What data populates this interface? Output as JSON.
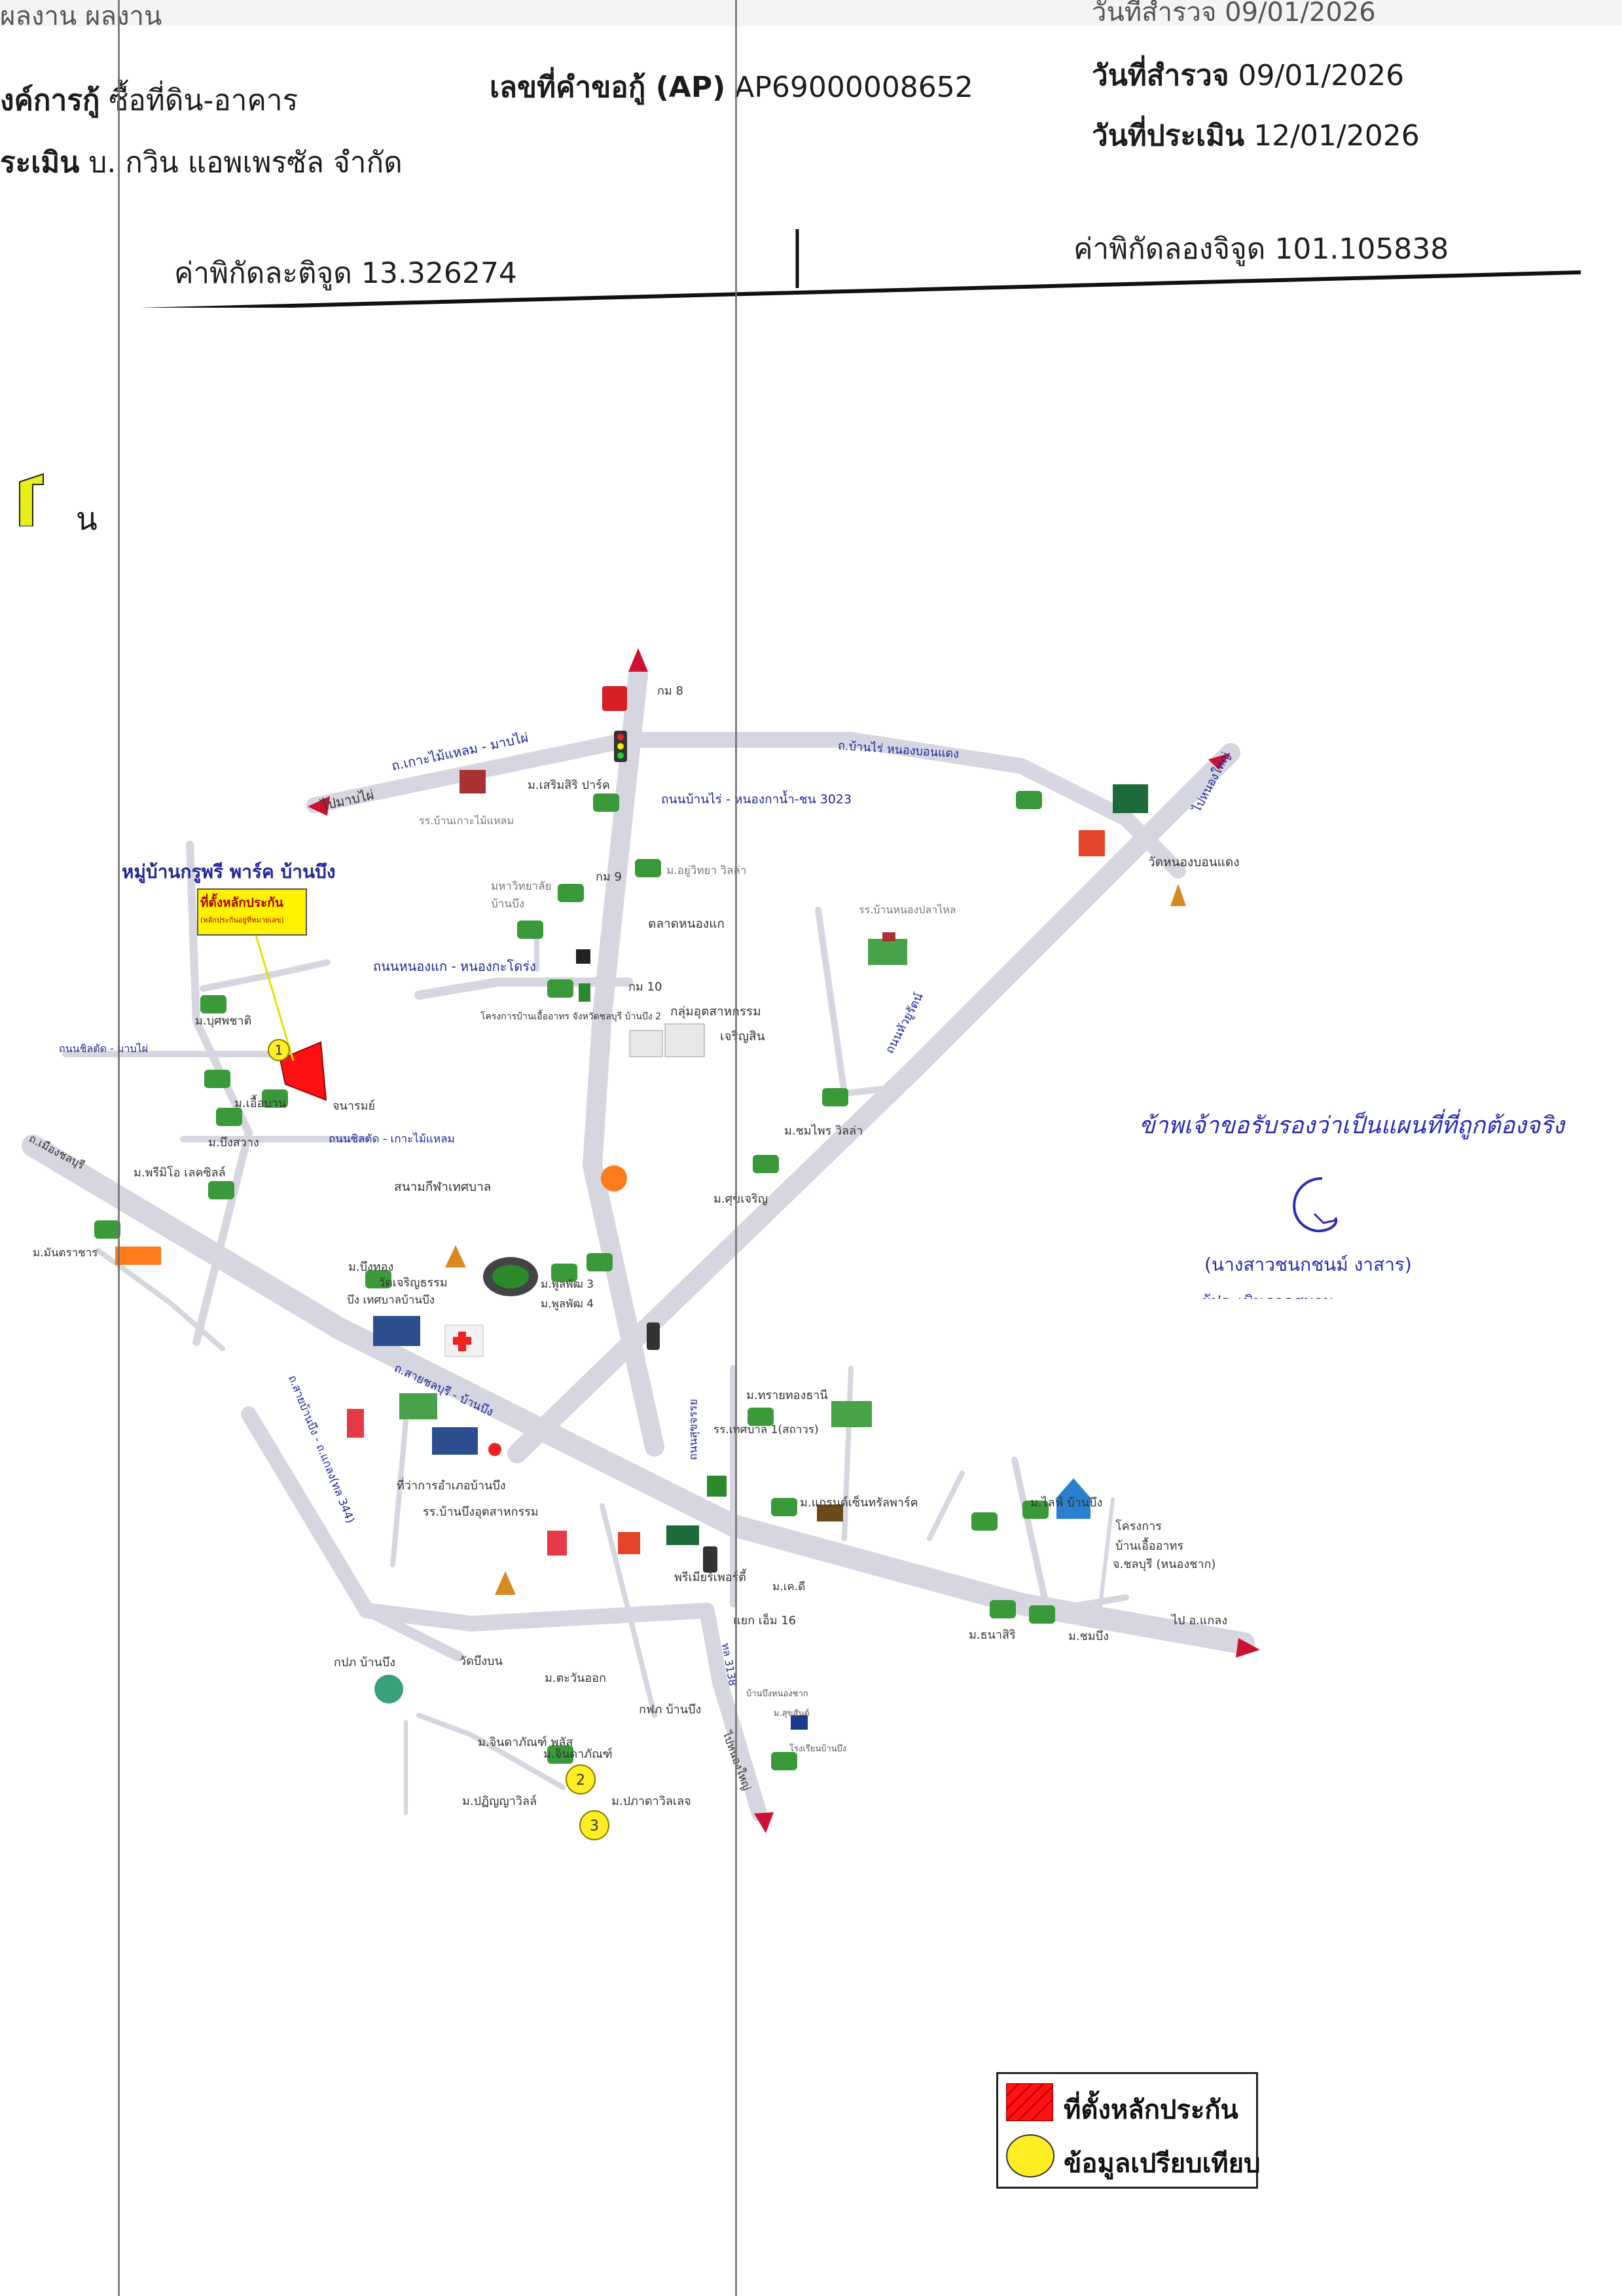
{
  "header": {
    "top_partial_left": "ผลงาน ผลงาน",
    "top_partial_right": "วันที่สำรวจ 09/01/2026",
    "loan_purpose_label": "งค์การกู้",
    "loan_purpose_value": "ซื้อที่ดิน-อาคาร",
    "application_no_label": "เลขที่คำขอกู้ (AP)",
    "application_no_value": "AP69000008652",
    "survey_date_label": "วันที่สำรวจ",
    "survey_date_value": "09/01/2026",
    "appraiser_label": "ระเมิน",
    "appraiser_value": "บ. กวิน แอพเพรซัล จำกัด",
    "appraisal_date_label": "วันที่ประเมิน",
    "appraisal_date_value": "12/01/2026",
    "latitude": "ค่าพิกัดละติจูด 13.326274",
    "longitude": "ค่าพิกัดลองจิจูด 101.105838"
  },
  "north_label": "น",
  "map": {
    "village_title": "หมู่บ้านกรูพรี พาร์ค บ้านบึง",
    "collateral_callout_line1": "ที่ตั้งหลักประกัน",
    "collateral_callout_line2": "(หลักประกันอยู่ที่หมายเลข)",
    "places": [
      "กม 8",
      "ถ.เกาะไม้แหลม - มาบไผ่",
      "ไปมาบไผ่",
      "ม.เสริมสิริ ปาร์ค",
      "รร.บ้านเกาะไม้แหลม",
      "ถนนบ้านไร่ - หนองกาน้ำ-ชน 3023",
      "ถ.บ้านไร่ หนองบอนแดง",
      "ไปหนองใหญ่",
      "วัดหนองบอนแดง",
      "กม 9",
      "ม.อยู่วิทยา วิลล่า",
      "มหาวิทยาลัย บ้านบึง",
      "ตลาดหนองแก",
      "รร.บ้านหนองปลาไหล",
      "ถนนหนองแก - หนองกะโดร่ง",
      "กม 10",
      "โครงการบ้านเอื้ออาทร จังหวัดชลบุรี บ้านบึง 2",
      "กลุ่มอุตสาหกรรม",
      "เจริญสิน",
      "ถนนหัวยูรัตน์",
      "ม.บุศพชาติ",
      "ถนนชิลตัด - มาบไผ่",
      "ม.เอื้อบาน",
      "จนารมย์",
      "ถนนชิลตัด - เกาะไม้แหลม",
      "ม.บึงสวาง",
      "ม.พรีมิโอ เลคซิลล์",
      "สนามกีฬาเทศบาล",
      "ม.ชมไพร วิลล่า",
      "ม.ศุขเจริญ",
      "ถ.เมืองชลบุรี",
      "ม.มันตราชาร",
      "ม.บึงทอง",
      "วัดเจริญธรรม",
      "บึง เทศบาลบ้านบึง",
      "ม.พูลพัฒ 3",
      "ม.พูลพัฒ 4",
      "ถ.สายชลบุรี - บ้านบึง",
      "ถ.สายบ้านบึง - ถ.แกลง(ทล 344)",
      "ที่ว่าการอำเภอบ้านบึง",
      "รร.บ้านบึงอุตสาหกรรม",
      "ถนนสุขจรรย",
      "ม.ทรายทองธานี",
      "รร.เทศบาล 1(สถาวร)",
      "ม.แกรนด์เซ็นทรัลพาร์ค",
      "ม.ไลฟ์ บ้านบึง",
      "โครงการ",
      "บ้านเอื้ออาทร",
      "จ.ชลบุรี (หนองชาก)",
      "ม.เค.ดี",
      "พรีเมียร์เพอร์ตี้",
      "แยก เอ็ม 16",
      "ทล 3138",
      "ม.ธนาสิริ",
      "ม.ชมบึง",
      "ไป อ.แกลง",
      "กปภ บ้านบึง",
      "วัดบึงบน",
      "ม.ตะวันออก",
      "กฟภ บ้านบึง",
      "ไปหนองใหญ่",
      "ม.จินดาภัณฑ์ พลัส",
      "ม.จินดาภัณฑ์",
      "ม.ปฏิญญาวิลล์",
      "ม.ปภาดาวิลเลจ",
      "บ้านบึงหนองชาก",
      "ม.สุขสันต์",
      "โรงเรียนบ้านบึง"
    ]
  },
  "signature": {
    "handwriting": "ข้าพเจ้าขอรับรองว่าเป็นแผนที่ที่ถูกต้องจริง",
    "name": "(นางสาวชนกชนม์ งาสาร)",
    "title_partial": "ผู้ประเมินภาคสนาม"
  },
  "legend": {
    "collateral": "ที่ตั้งหลักประกัน",
    "comparable": "ข้อมูลเปรียบเทียบ"
  },
  "colors": {
    "road": "#d5d6df",
    "road_label": "#22259a",
    "collateral": "#ff1111",
    "comparable": "#ffee22",
    "signature_ink": "#2a2ab8",
    "arrow": "#cc1133"
  }
}
